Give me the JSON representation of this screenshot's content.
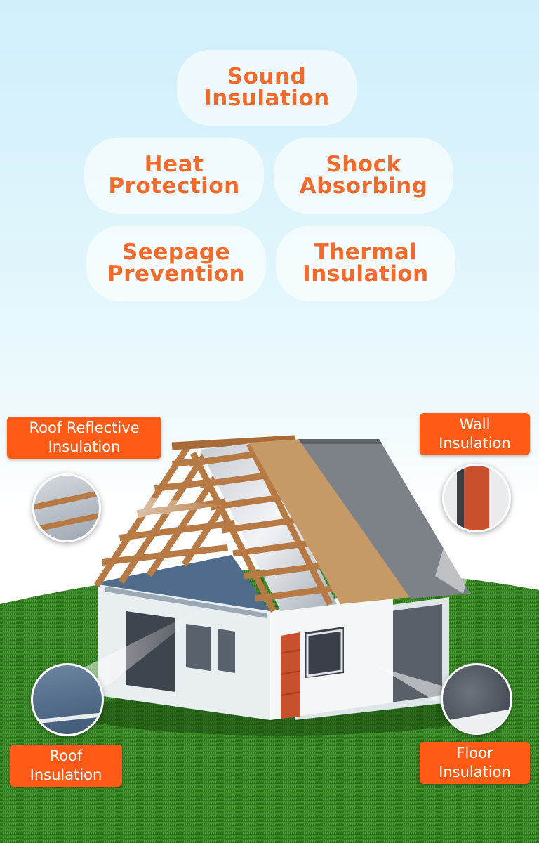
{
  "features": [
    {
      "label": "Sound\nInsulation"
    },
    {
      "label": "Heat\nProtection"
    },
    {
      "label": "Shock\nAbsorbing"
    },
    {
      "label": "Seepage\nPrevention"
    },
    {
      "label": "Thermal\nInsulation"
    }
  ],
  "callouts": {
    "roof_reflective": "Roof Reflective\nInsulation",
    "wall": "Wall\nInsulation",
    "roof": "Roof\nInsulation",
    "floor": "Floor\nInsulation"
  },
  "colors": {
    "accent": "#f26a2c",
    "tag_bg": "#ff5a16",
    "grass": "#2e7d1f",
    "brick": "#c9502d",
    "board": "#c69a67",
    "shingle": "#7d8289"
  }
}
